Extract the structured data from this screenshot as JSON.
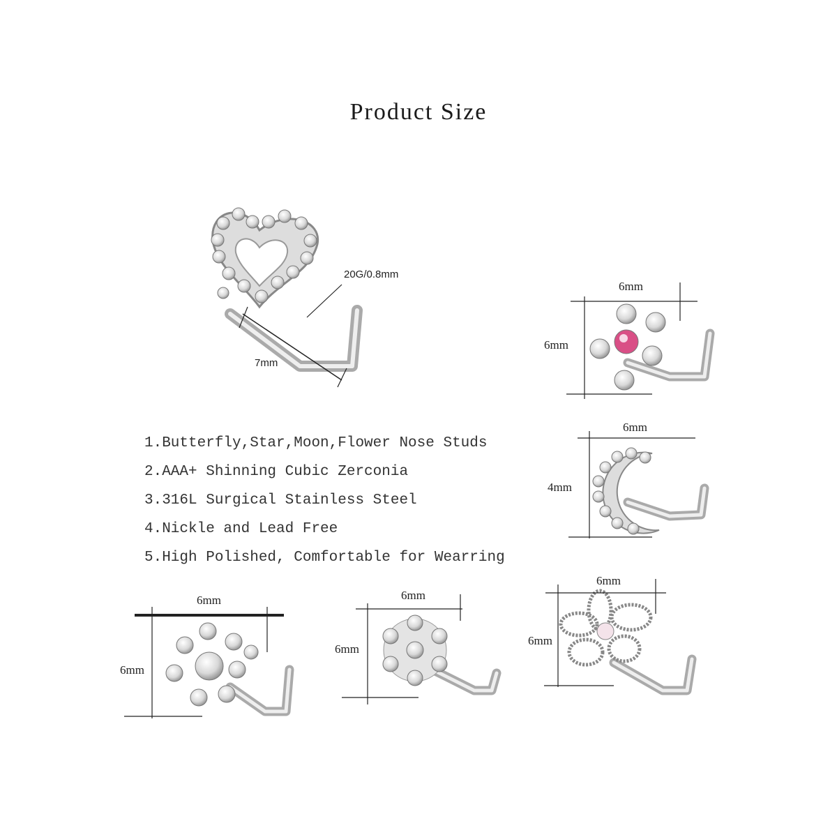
{
  "title": "Product Size",
  "features": [
    "1.Butterfly,Star,Moon,Flower Nose Studs",
    "2.AAA+ Shinning Cubic Zerconia",
    "3.316L Surgical Stainless Steel",
    "4.Nickle and Lead Free",
    "5.High Polished, Comfortable for Wearring"
  ],
  "heart": {
    "gauge": "20G/0.8mm",
    "length": "7mm"
  },
  "star": {
    "width": "6mm",
    "height": "6mm"
  },
  "moon": {
    "width": "6mm",
    "height": "4mm"
  },
  "cluster": {
    "width": "6mm",
    "height": "6mm"
  },
  "snowflake": {
    "width": "6mm",
    "height": "6mm"
  },
  "flower": {
    "width": "6mm",
    "height": "6mm"
  },
  "colors": {
    "metal": "#b8b8b8",
    "pink_stone": "#d94f86"
  }
}
